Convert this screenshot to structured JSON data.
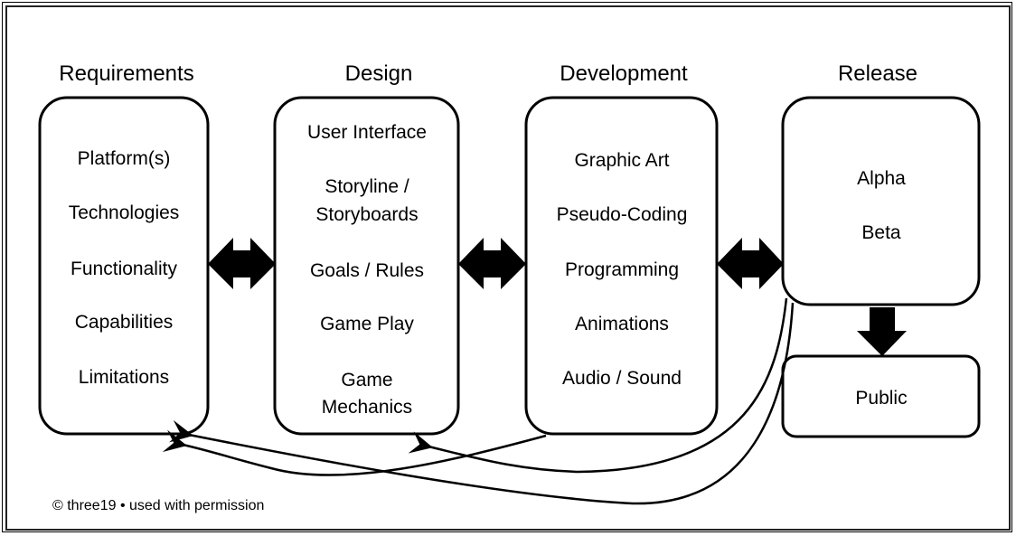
{
  "stages": [
    {
      "title": "Requirements",
      "items": [
        "Platform(s)",
        "Technologies",
        "Functionality",
        "Capabilities",
        "Limitations"
      ]
    },
    {
      "title": "Design",
      "items": [
        "User Interface",
        "Storyline /",
        "Storyboards",
        "Goals / Rules",
        "Game Play",
        "Game",
        "Mechanics"
      ]
    },
    {
      "title": "Development",
      "items": [
        "Graphic Art",
        "Pseudo-Coding",
        "Programming",
        "Animations",
        "Audio / Sound"
      ]
    },
    {
      "title": "Release",
      "items": [
        "Alpha",
        "Beta"
      ]
    }
  ],
  "public_label": "Public",
  "copyright": "© three19 • used with permission"
}
